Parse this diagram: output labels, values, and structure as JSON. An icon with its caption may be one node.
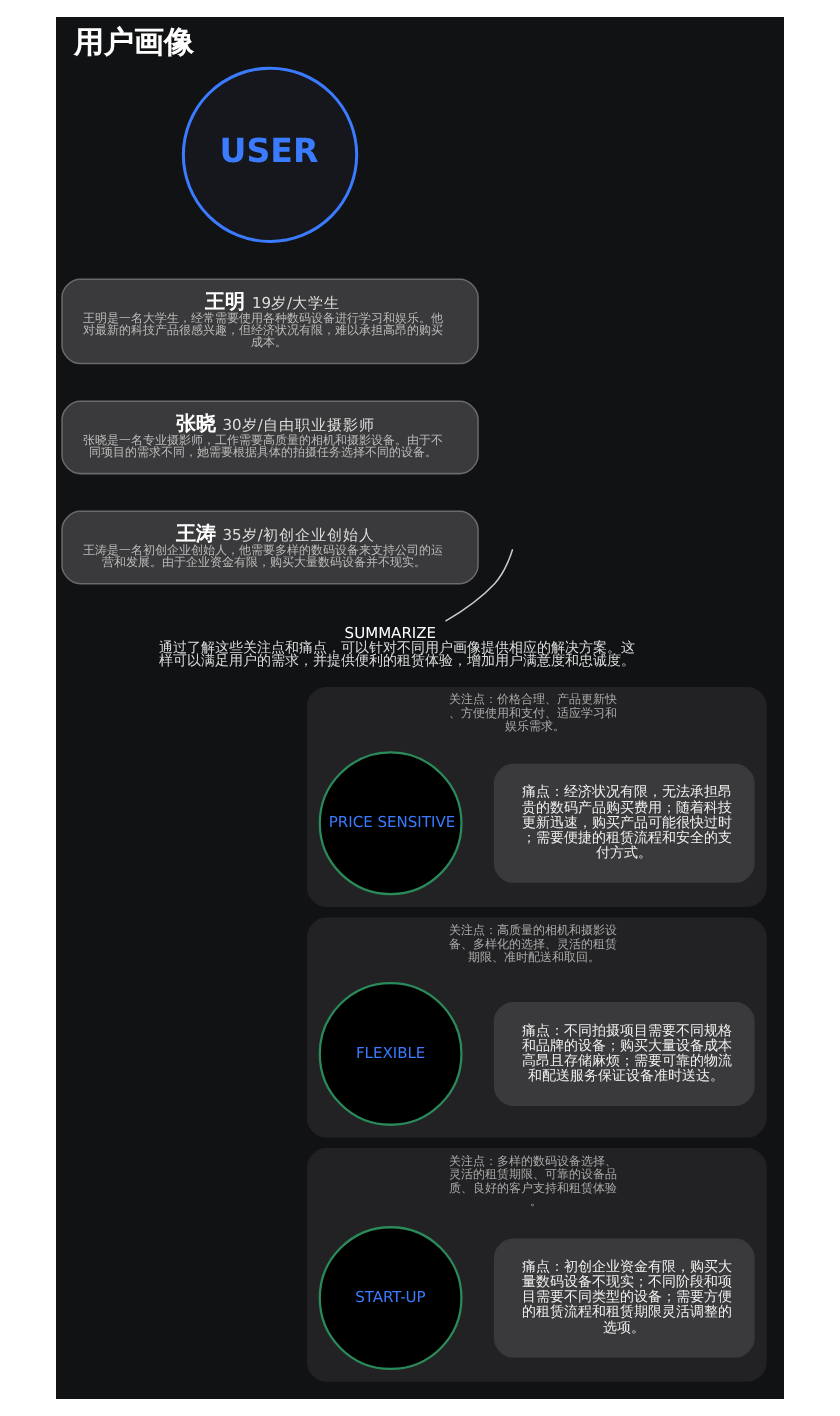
{
  "diagram": {
    "title": "用户画像",
    "nodes": [
      {
        "text": [
          "USER"
        ]
      },
      {
        "text": [
          "王明",
          "19岁/大学生",
          "王明是一名大学生，经常需要使用各种数码设备进行学习和娱乐。他对最新的科技产品很感兴趣，但经济状况有限，难以承担高昂的购买成本。"
        ]
      },
      {
        "text": [
          "张晓",
          "30岁/自由职业摄影师",
          "张晓是一名专业摄影师，工作需要高质量的相机和摄影设备。由于不同项目的需求不同，她需要根据具体的拍摄任务选择不同的设备。"
        ]
      },
      {
        "text": [
          "王涛",
          "35岁/初创企业创始人",
          "王涛是一名初创企业创始人，他需要多样的数码设备来支持公司的运营和发展。由于企业资金有限，购买大量数码设备并不现实。"
        ]
      },
      {
        "text": [
          "SUMMARIZE",
          "通过了解这些关注点和痛点，可以针对不同用户画像提供相应的解决方案。这样可以满足用户的需求，并提供便利的租赁体验，增加用户满意度和忠诚度。"
        ]
      },
      {
        "text": [
          "关注点：价格合理、产品更新快、方便使用和支付、适应学习和娱乐需求。"
        ]
      },
      {
        "text": [
          "PRICE SENSITIVE"
        ],
        "in": 5
      },
      {
        "text": [
          "痛点：经济状况有限，无法承担昂贵的数码产品购买费用；随着科技更新迅速，购买产品可能很快过时；需要便捷的租赁流程和安全的支付方式。"
        ],
        "in": 5
      },
      {
        "text": [
          "关注点：高质量的相机和摄影设备、多样化的选择、灵活的租赁期限、准时配送和取回。"
        ]
      },
      {
        "text": [
          "FLEXIBLE"
        ],
        "in": 8
      },
      {
        "text": [
          "痛点：不同拍摄项目需要不同规格和品牌的设备；购买大量设备成本高昂且存储麻烦；需要可靠的物流和配送服务保证设备准时送达。"
        ],
        "in": 8
      },
      {
        "text": [
          "关注点：多样的数码设备选择、灵活的租赁期限、可靠的设备品质、良好的客户支持和租赁体验。"
        ]
      },
      {
        "text": [
          "START-UP"
        ],
        "in": 11
      },
      {
        "text": [
          "痛点：初创企业资金有限，购买大量数码设备不现实；不同阶段和项目需要不同类型的设备；需要方便的租赁流程和租赁期限灵活调整的选项。"
        ],
        "in": 11
      }
    ],
    "edges": [
      {
        "from": null,
        "to": 4,
        "arrow": "none"
      }
    ]
  }
}
